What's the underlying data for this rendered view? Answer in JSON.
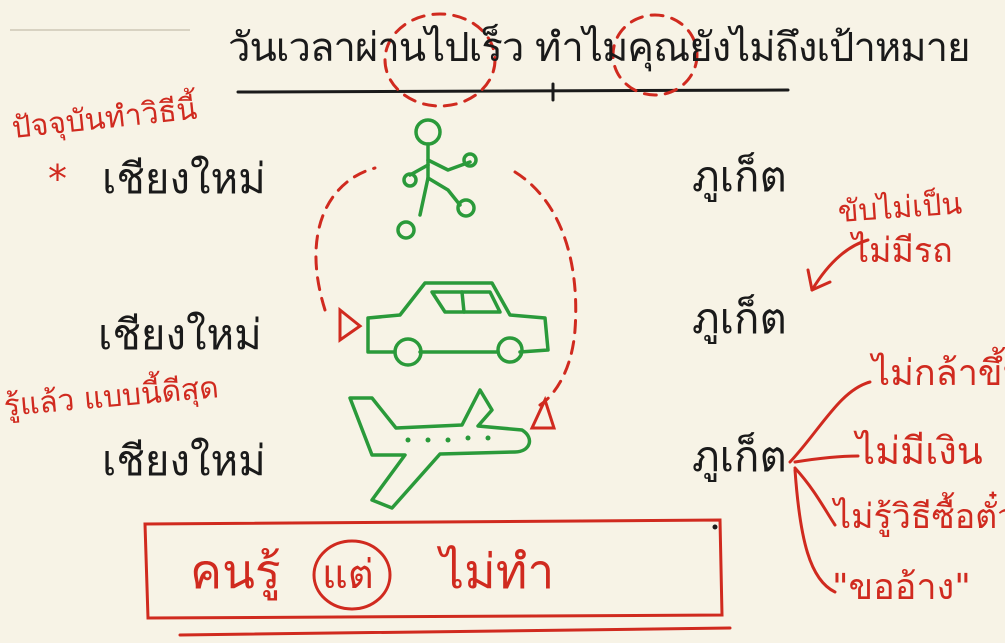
{
  "title": "วันเวลาผ่านไปเร็ว ทำไมคุณยังไม่ถึงเป้าหมาย",
  "left_notes": {
    "top_note": "ปัจจุบันทำวิธีนี้",
    "star": "*",
    "bottom_note": "รู้แล้ว แบบนี้ดีสุด"
  },
  "start_points": [
    "เชียงใหม่",
    "เชียงใหม่",
    "เชียงใหม่"
  ],
  "destinations": [
    "ภูเก็ต",
    "ภูเก็ต",
    "ภูเก็ต"
  ],
  "car_notes": {
    "line1": "ขับไม่เป็น",
    "line2": "ไม่มีรถ"
  },
  "reasons": [
    "ไม่กล้าขึ้น",
    "ไม่มีเงิน",
    "ไม่รู้วิธีซื้อตั๋ว",
    "\"ขออ้าง\""
  ],
  "bottom_box": {
    "left": "คนรู้",
    "circled": "แต่",
    "right": "ไม่ทำ"
  }
}
